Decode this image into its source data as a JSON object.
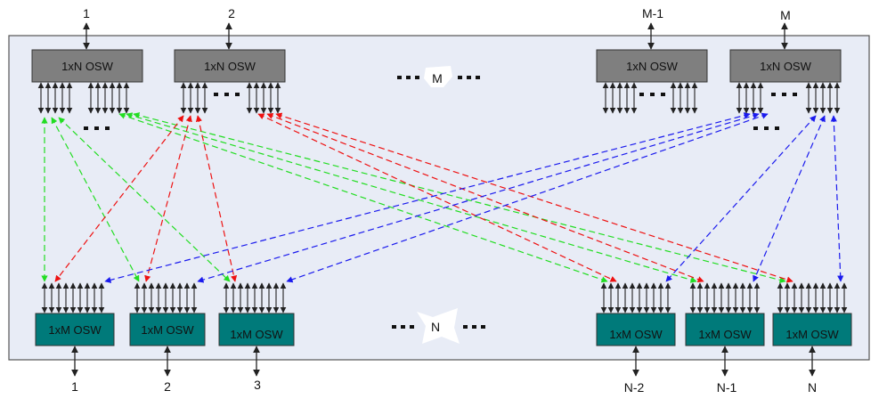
{
  "top_switches": [
    {
      "label": "1xN OSW",
      "port": "1"
    },
    {
      "label": "1xN OSW",
      "port": "2"
    },
    {
      "label": "1xN OSW",
      "port": "M-1"
    },
    {
      "label": "1xN OSW",
      "port": "M"
    }
  ],
  "bottom_switches": [
    {
      "label": "1xM OSW",
      "port": "1"
    },
    {
      "label": "1xM OSW",
      "port": "2"
    },
    {
      "label": "1xM OSW",
      "port": "3"
    },
    {
      "label": "1xM OSW",
      "port": "N-2"
    },
    {
      "label": "1xM OSW",
      "port": "N-1"
    },
    {
      "label": "1xM OSW",
      "port": "N"
    }
  ],
  "top_row_ellipsis": "M",
  "bottom_row_ellipsis": "N",
  "colors": {
    "panel_bg": "#e8ecf6",
    "top_switch_fill": "#7f7f7f",
    "bottom_switch_fill": "#007a7a",
    "green": "#22dd22",
    "red": "#ee1111",
    "blue": "#1a1aee"
  }
}
